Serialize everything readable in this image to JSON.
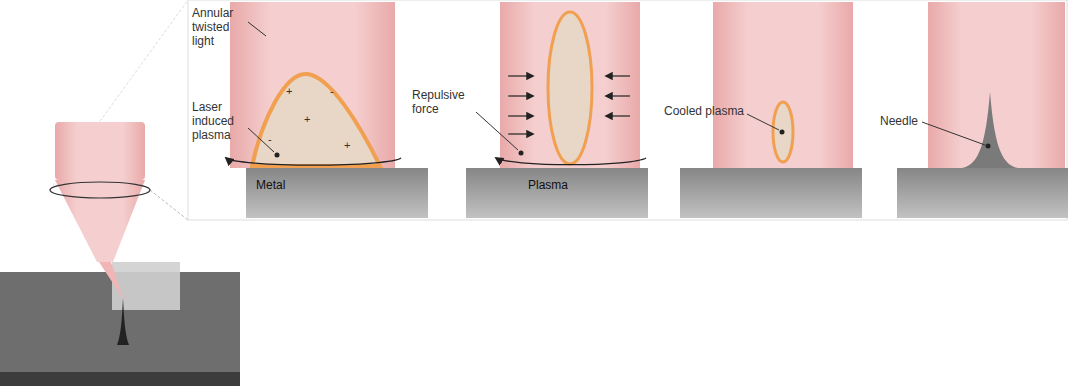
{
  "diagram": {
    "nodes": [
      {
        "text": [
          "Metal"
        ]
      },
      {
        "text": [
          "Plasma"
        ]
      }
    ],
    "labels": [
      "Annular twisted light",
      "+",
      "-",
      "Laser induced plasma",
      "+",
      "-",
      "+",
      "Repulsive force",
      "Cooled plasma",
      "Needle"
    ]
  }
}
